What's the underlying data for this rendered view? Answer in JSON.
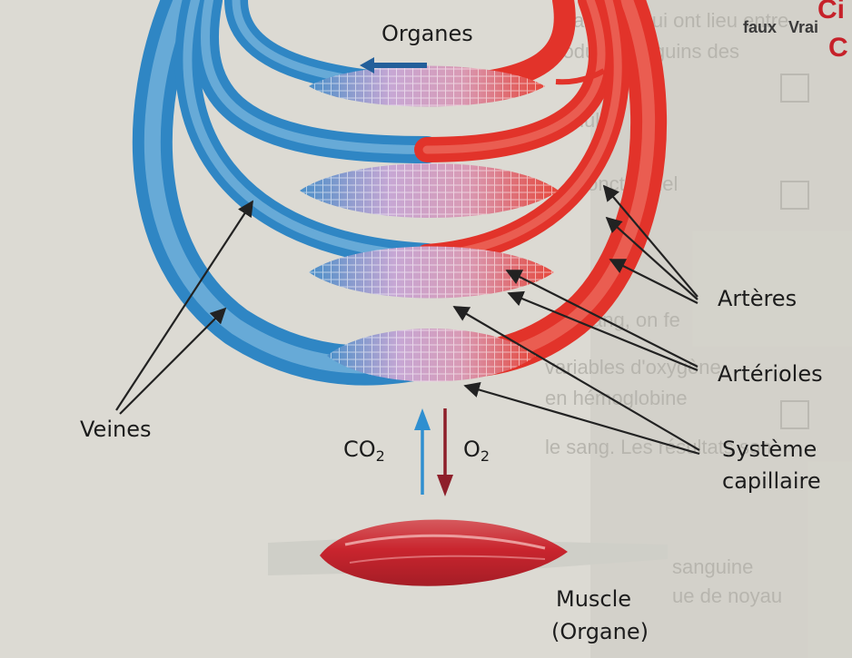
{
  "labels": {
    "organes": "Organes",
    "arteres": "Artères",
    "arterioles": "Artérioles",
    "systeme": "Système",
    "capillaire": "capillaire",
    "veines": "Veines",
    "co2_base": "CO",
    "co2_sub": "2",
    "o2_base": "O",
    "o2_sub": "2",
    "muscle": "Muscle",
    "organe_paren": "(Organe)"
  },
  "page_header": {
    "title_fragment": "Ci",
    "second_fragment": "C",
    "col_vrai": "Vrai",
    "col_faux": "faux"
  },
  "colors": {
    "vein": "#2f86c4",
    "vein_light": "#8ec3e4",
    "artery": "#e2332a",
    "artery_light": "#f07a6c",
    "capillary": "#c9a0c8",
    "arrow_co2": "#2f8fd0",
    "arrow_o2": "#8e1f2a",
    "muscle": "#c9252e",
    "tendon": "#cfcfc8",
    "header_red": "#c6212a"
  },
  "icons": [
    "arrow-up-icon",
    "arrow-down-icon"
  ]
}
